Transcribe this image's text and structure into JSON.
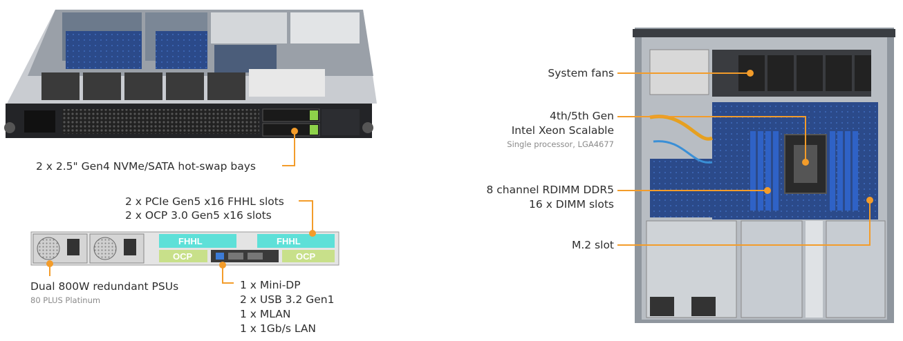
{
  "callouts": {
    "bays": "2 x 2.5\" Gen4 NVMe/SATA hot-swap bays",
    "pcie": "2 x PCIe Gen5 x16 FHHL slots",
    "ocp": "2 x OCP 3.0 Gen5 x16 slots",
    "psu": "Dual 800W redundant PSUs",
    "psu_sub": "80 PLUS Platinum",
    "io": [
      "1 x Mini-DP",
      "2 x USB 3.2 Gen1",
      "1 x MLAN",
      "1 x 1Gb/s LAN"
    ],
    "fans": "System fans",
    "cpu": "4th/5th Gen",
    "cpu2": "Intel Xeon Scalable",
    "cpu_sub": "Single processor, LGA4677",
    "mem": "8 channel RDIMM DDR5",
    "mem2": "16 x DIMM slots",
    "m2": "M.2 slot"
  },
  "rear_labels": {
    "fhhl": "FHHL",
    "ocp": "OCP"
  },
  "colors": {
    "accent": "#f39c2a",
    "chassis": "#2a2c30",
    "board": "#1d3f8c",
    "dimm": "#2f62c6",
    "slot": "#5ee0d8",
    "ocp": "#c8e08a"
  }
}
